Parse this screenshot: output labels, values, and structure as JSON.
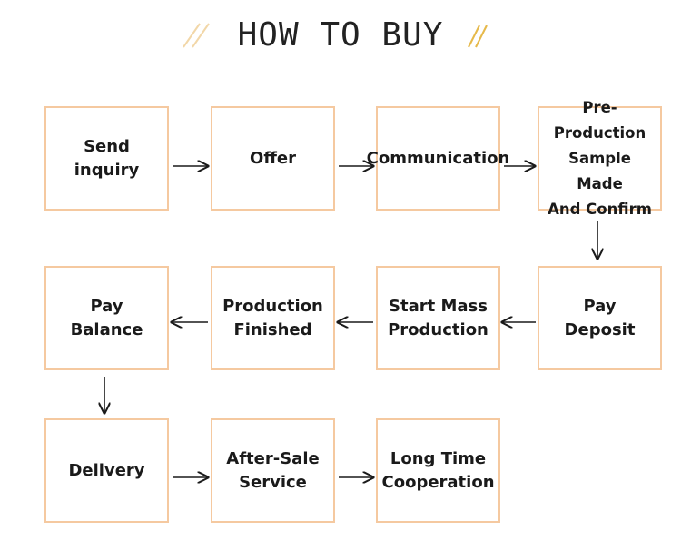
{
  "title": "HOW TO BUY",
  "steps": {
    "send_inquiry": "Send inquiry",
    "offer": "Offer",
    "communication": "Communication",
    "pre_production": "Pre-Production\nSample Made\nAnd Confirm",
    "pay_deposit": "Pay Deposit",
    "start_mass": "Start Mass\nProduction",
    "production_finished": "Production\nFinished",
    "pay_balance": "Pay Balance",
    "delivery": "Delivery",
    "after_sale": "After-Sale\nService",
    "long_time": "Long Time\nCooperation"
  },
  "colors": {
    "box_border": "#f5c9a0",
    "deco_left": "#f2d7a8",
    "deco_right": "#e6b94a",
    "arrow": "#1a1a1a"
  }
}
